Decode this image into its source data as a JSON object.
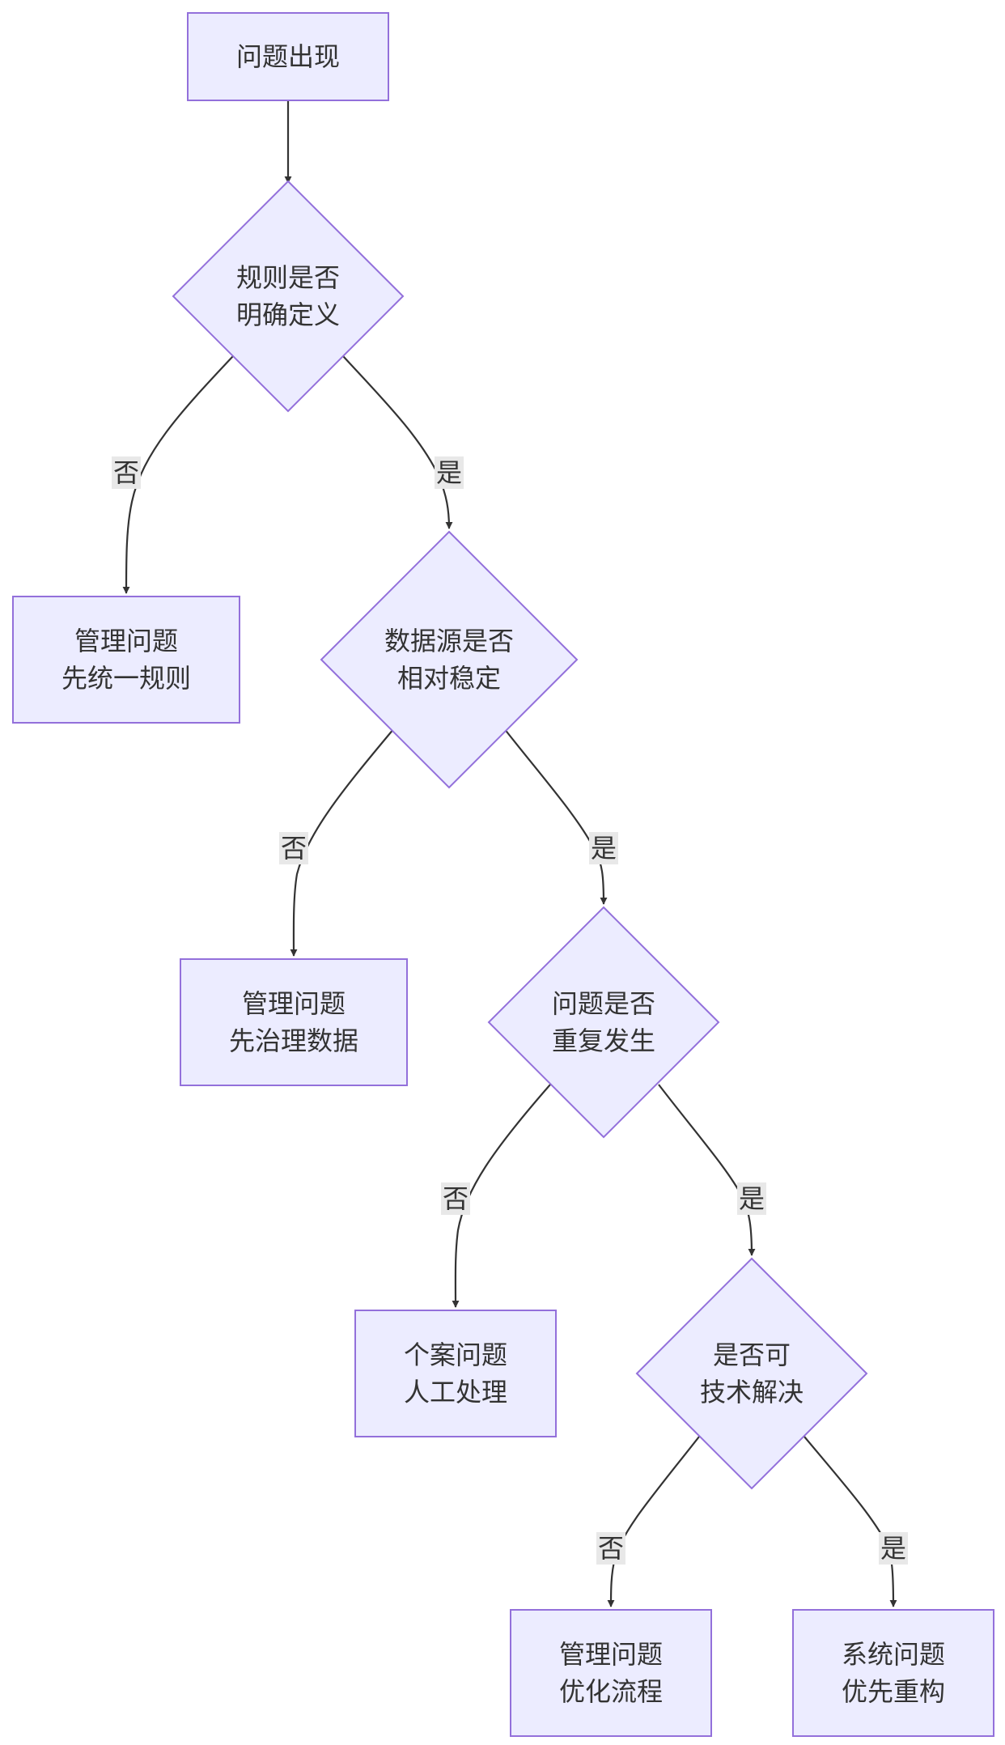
{
  "nodes": {
    "start": {
      "shape": "rect",
      "lines": [
        "问题出现"
      ]
    },
    "rules_defined": {
      "shape": "diamond",
      "lines": [
        "规则是否",
        "明确定义"
      ]
    },
    "mgmt_unify_rules": {
      "shape": "rect",
      "lines": [
        "管理问题",
        "先统一规则"
      ]
    },
    "data_stable": {
      "shape": "diamond",
      "lines": [
        "数据源是否",
        "相对稳定"
      ]
    },
    "mgmt_govern_data": {
      "shape": "rect",
      "lines": [
        "管理问题",
        "先治理数据"
      ]
    },
    "recurring": {
      "shape": "diamond",
      "lines": [
        "问题是否",
        "重复发生"
      ]
    },
    "case_manual": {
      "shape": "rect",
      "lines": [
        "个案问题",
        "人工处理"
      ]
    },
    "tech_solvable": {
      "shape": "diamond",
      "lines": [
        "是否可",
        "技术解决"
      ]
    },
    "mgmt_optimize": {
      "shape": "rect",
      "lines": [
        "管理问题",
        "优化流程"
      ]
    },
    "system_refactor": {
      "shape": "rect",
      "lines": [
        "系统问题",
        "优先重构"
      ]
    }
  },
  "edges": [
    {
      "from": "start",
      "to": "rules_defined",
      "label": ""
    },
    {
      "from": "rules_defined",
      "to": "mgmt_unify_rules",
      "label": "否"
    },
    {
      "from": "rules_defined",
      "to": "data_stable",
      "label": "是"
    },
    {
      "from": "data_stable",
      "to": "mgmt_govern_data",
      "label": "否"
    },
    {
      "from": "data_stable",
      "to": "recurring",
      "label": "是"
    },
    {
      "from": "recurring",
      "to": "case_manual",
      "label": "否"
    },
    {
      "from": "recurring",
      "to": "tech_solvable",
      "label": "是"
    },
    {
      "from": "tech_solvable",
      "to": "mgmt_optimize",
      "label": "否"
    },
    {
      "from": "tech_solvable",
      "to": "system_refactor",
      "label": "是"
    }
  ],
  "colors": {
    "node_fill": "#ECECFF",
    "node_stroke": "#9370DB",
    "edge": "#333333",
    "label_bg": "#e8e8e8",
    "text": "#333333"
  }
}
